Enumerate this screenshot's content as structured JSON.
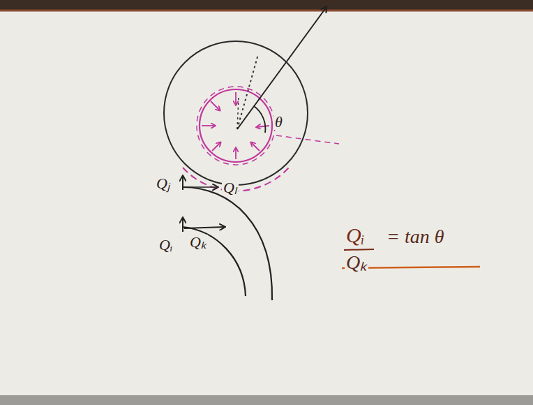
{
  "diagram": {
    "labels": [
      "Qⱼ",
      "Qₗ",
      "Qᵢ",
      "Qₖ",
      "θ",
      "Qᵢ",
      "Qₖ",
      "= tan θ"
    ]
  }
}
